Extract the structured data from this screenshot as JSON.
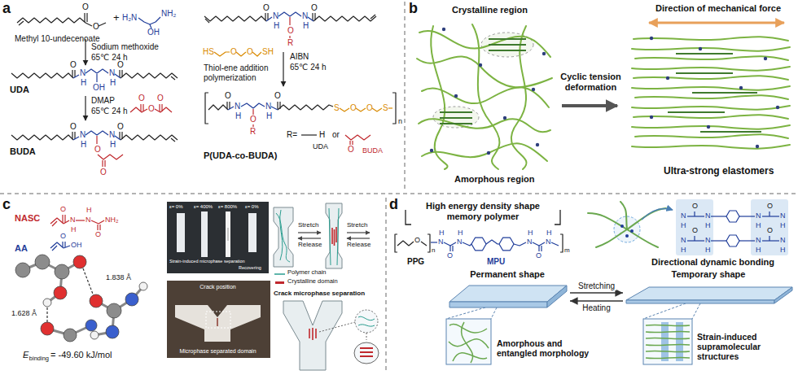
{
  "diagram": {
    "nodes": [
      {
        "text": [
          "ε= 0%",
          "ε= 400%",
          "ε= 800%",
          "ε= 0%",
          "Strain-induced microphase separation",
          "Recovering"
        ]
      },
      {
        "text": [
          "Crack position",
          "Microphase separated domain"
        ]
      },
      {
        "text": [
          "Permanent shape"
        ]
      },
      {
        "text": [
          "Temporary shape"
        ]
      }
    ],
    "edges": [
      {
        "from": 2,
        "to": 3,
        "label": "Stretching",
        "arrow": "to"
      },
      {
        "from": 3,
        "to": 2,
        "label": "Heating",
        "arrow": "to"
      }
    ],
    "labels": [
      "a",
      "O",
      "O",
      "Methyl 10-undecenoate",
      "+",
      "H₂N",
      "OH",
      "NH₂",
      "Sodium methoxide",
      "65℃ 24 h",
      "O",
      "N",
      "H",
      "OH",
      "N",
      "H",
      "O",
      "UDA",
      "DMAP",
      "65℃ 24 h",
      "O",
      "O",
      "O",
      "O",
      "N",
      "H",
      "O",
      "N",
      "H",
      "O",
      "O",
      "BUDA",
      "O",
      "N",
      "H",
      "O",
      "R",
      "N",
      "H",
      "O",
      "HS",
      "O",
      "O",
      "SH",
      "Thiol-ene addition polymerization",
      "AIBN",
      "65℃ 24 h",
      "O",
      "N",
      "H",
      "O",
      "R",
      "N",
      "H",
      "O",
      "S",
      "O",
      "O",
      "S",
      "n",
      "P(UDA-co-BUDA)",
      "R=",
      "H",
      "or",
      "O",
      "UDA",
      "BUDA",
      "b",
      "Crystalline region",
      "Amorphous region",
      "Cyclic tension deformation",
      "Direction of mechanical force",
      "Ultra-strong elastomers",
      "c",
      "NASC",
      "O",
      "N",
      "H",
      "N",
      "H",
      "O",
      "NH₂",
      "AA",
      "O",
      "OH",
      "1.838 Å",
      "1.628 Å",
      "E",
      "binding",
      "= -49.60 kJ/mol",
      "Stretch",
      "Release",
      "Stretch",
      "Release",
      "Crack microphase separation",
      "d",
      "High energy density shape memory polymer",
      "O",
      "n",
      "H",
      "N",
      "O",
      "N",
      "H",
      "H",
      "N",
      "O",
      "N",
      "H",
      "m",
      "PPG",
      "MPU",
      "O",
      "N",
      "H",
      "N",
      "H",
      "O",
      "N",
      "H",
      "N",
      "H",
      "O",
      "N",
      "H",
      "N",
      "H",
      "O",
      "N",
      "H",
      "N",
      "H",
      "Directional dynamic bonding",
      "Amorphous and entangled morphology",
      "Strain-induced supramolecular structures"
    ],
    "legend": [
      {
        "text": "Polymer chain"
      },
      {
        "text": "Crystalline domain"
      }
    ]
  }
}
